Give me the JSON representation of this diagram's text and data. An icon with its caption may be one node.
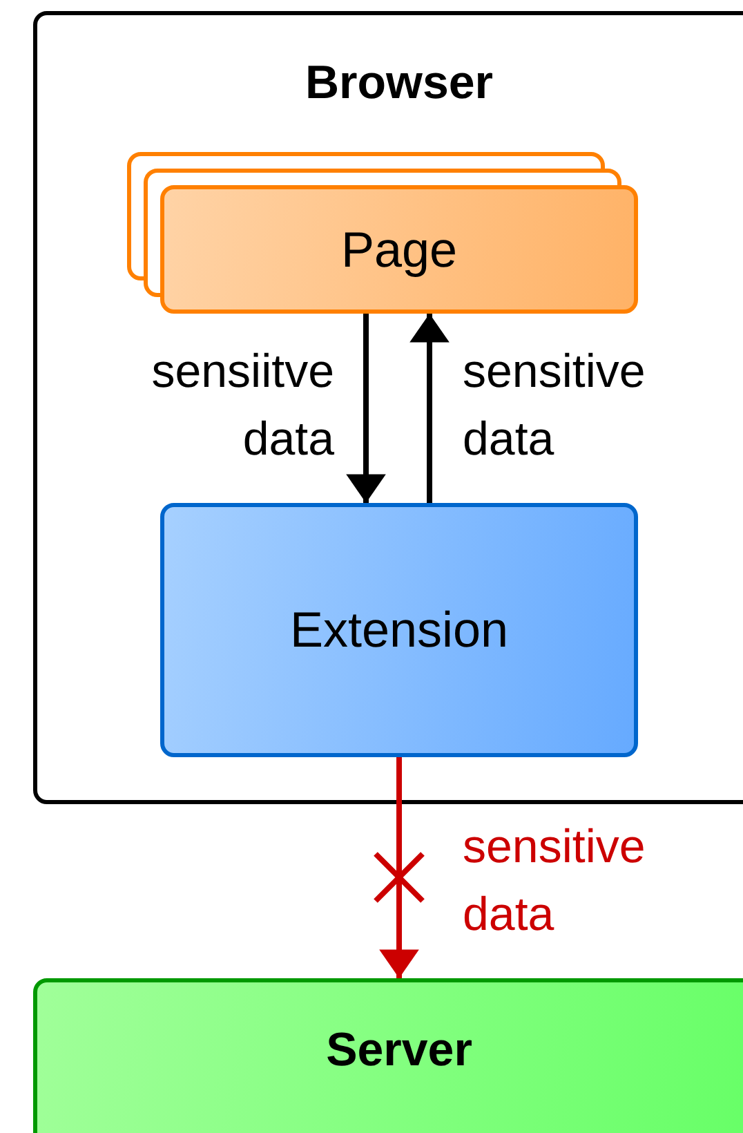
{
  "diagram": {
    "nodes": [
      {
        "text": [
          "Browser"
        ]
      },
      {
        "text": [
          "Page"
        ],
        "in": 0
      },
      {
        "text": [
          "Extension"
        ],
        "in": 0
      },
      {
        "text": [
          "Server"
        ]
      }
    ],
    "edges": [
      {
        "from": 1,
        "to": 2,
        "arrow": "to",
        "label": "sensiitve data"
      },
      {
        "from": 2,
        "to": 1,
        "arrow": "to",
        "label": "sensitive data"
      },
      {
        "from": 2,
        "to": 3,
        "arrow": "to",
        "label": "sensitive data",
        "color": "#cc0000"
      }
    ]
  }
}
